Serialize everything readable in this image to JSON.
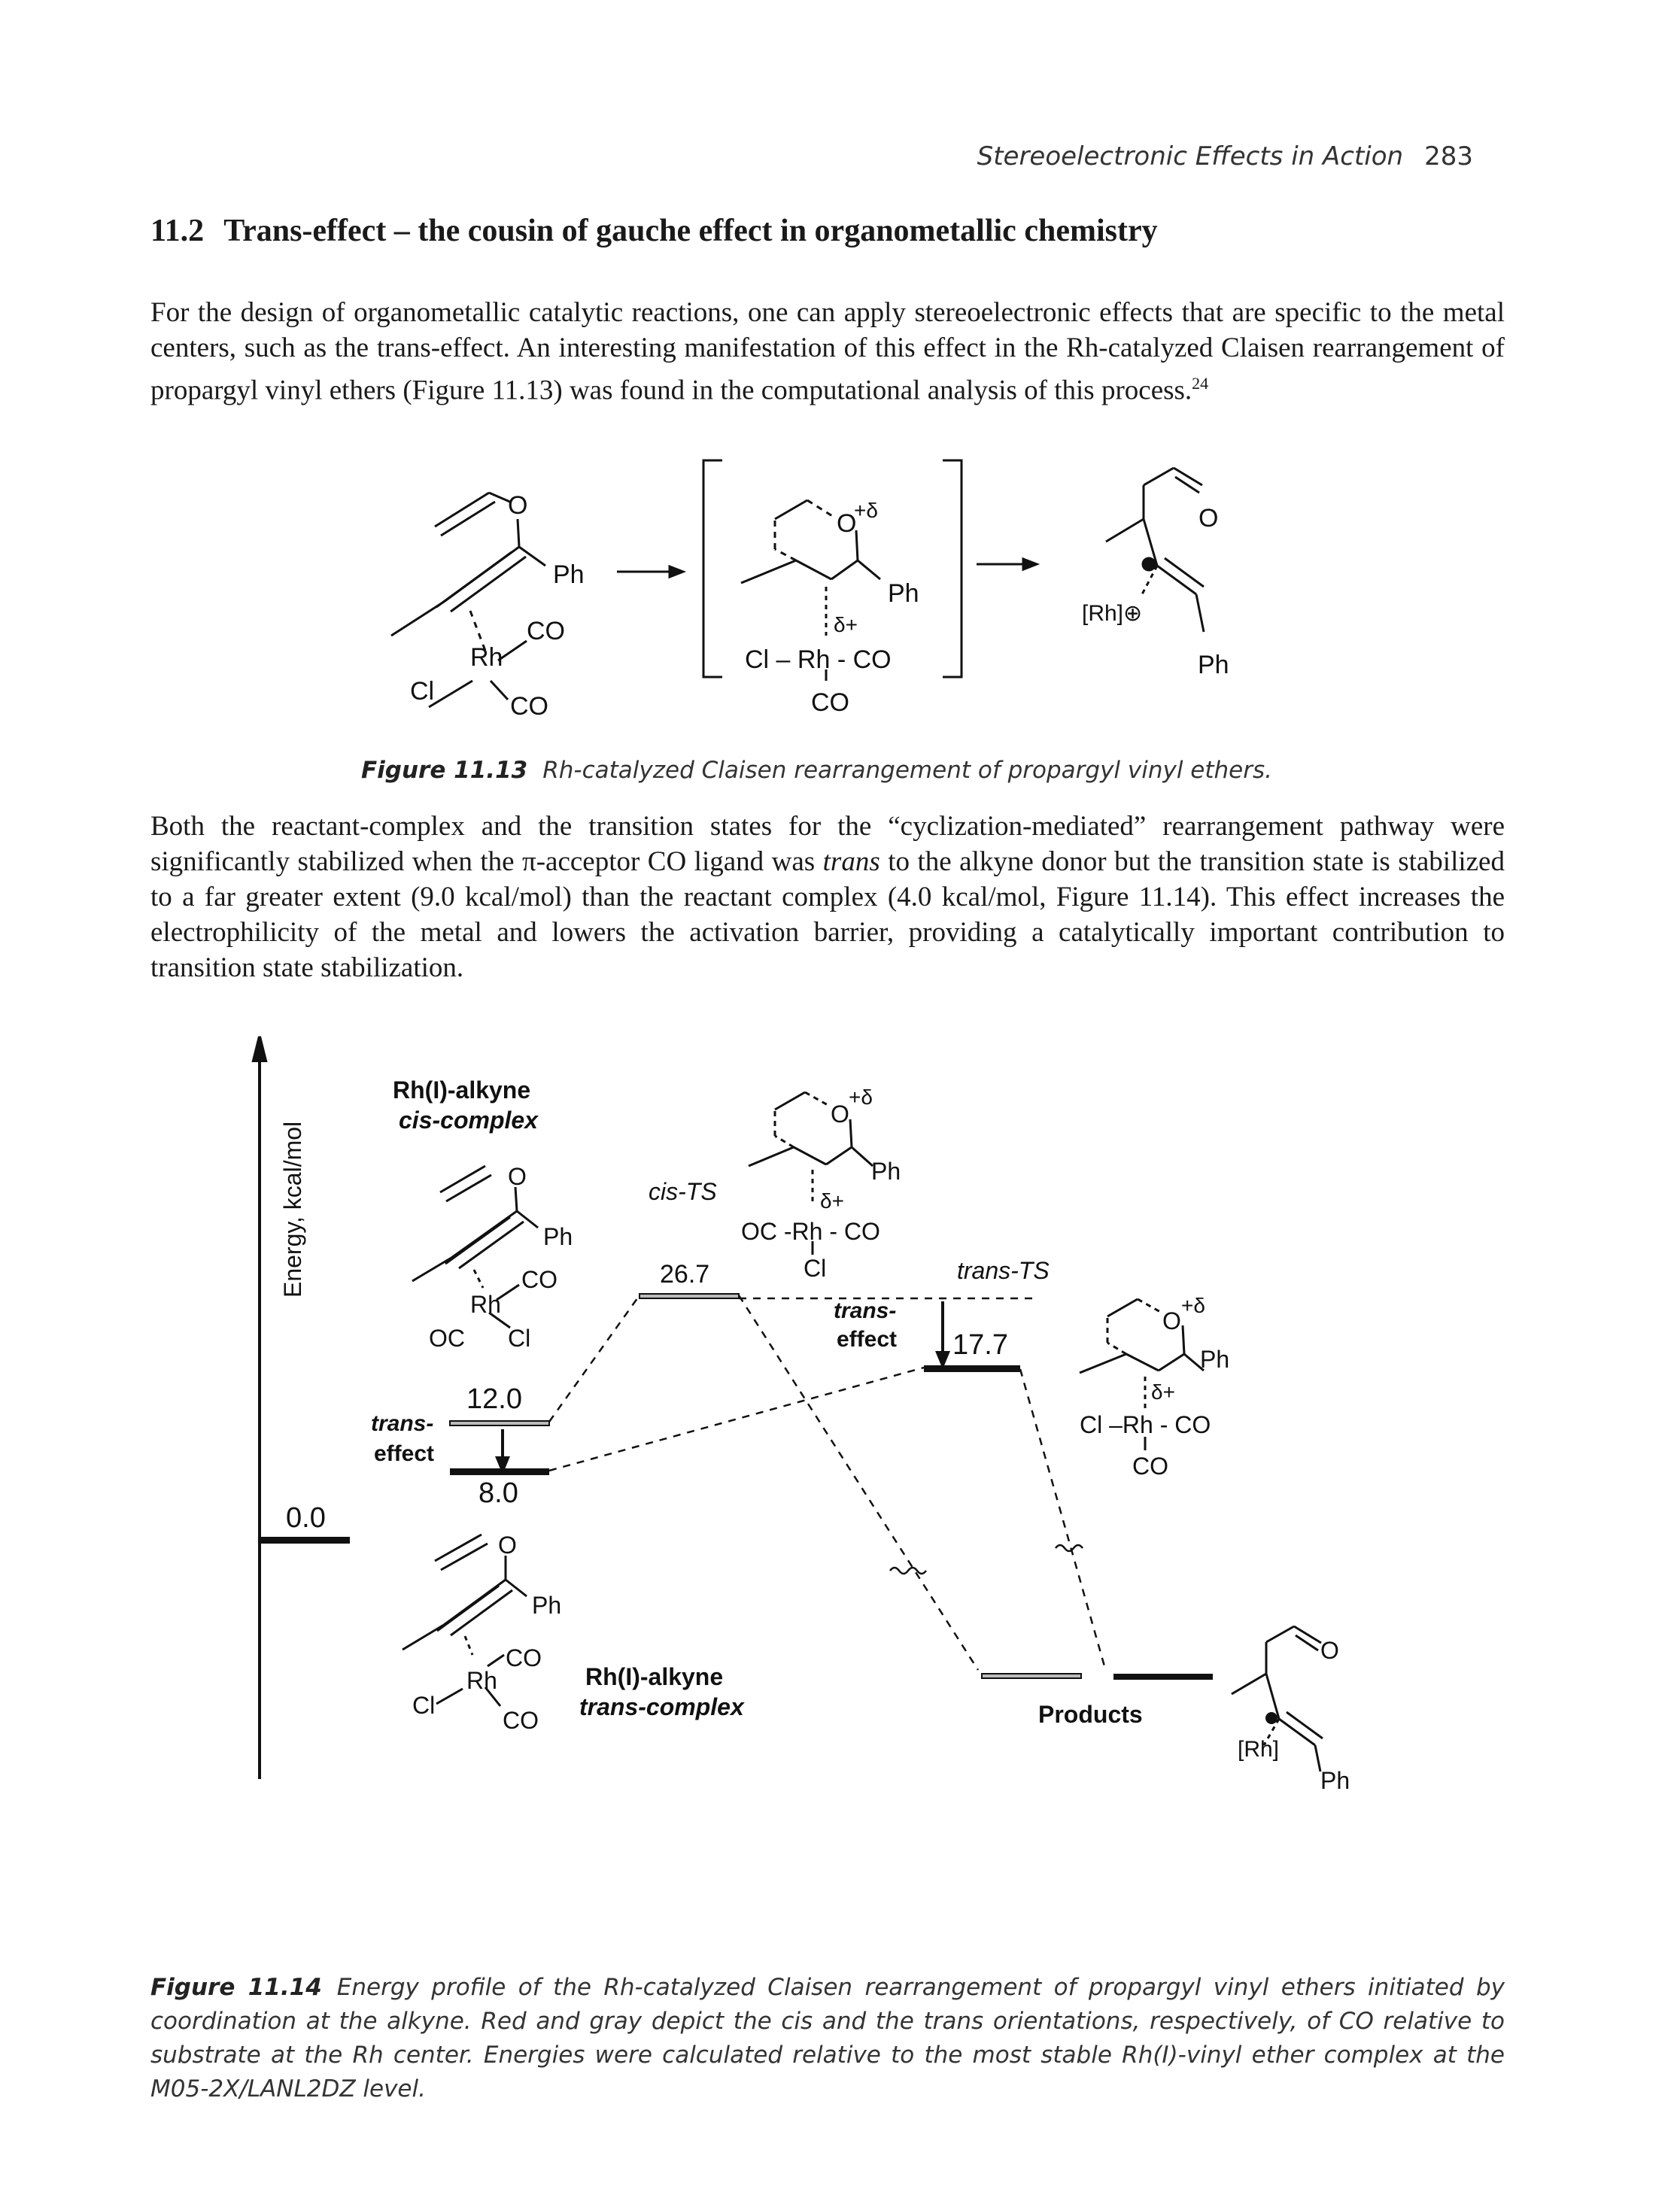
{
  "header": {
    "running_title": "Stereoelectronic Effects in Action",
    "page_number": "283"
  },
  "section": {
    "number": "11.2",
    "title": "Trans-effect – the cousin of gauche effect in organometallic chemistry"
  },
  "para1": {
    "text": "For the design of organometallic catalytic reactions, one can apply stereoelectronic effects that are specific to the metal centers, such as the trans-effect. An interesting manifestation of this effect in the Rh-catalyzed Claisen rearrangement of propargyl vinyl ethers (Figure 11.13) was found in the computational analysis of this process.",
    "ref": "24"
  },
  "figure13": {
    "label": "Figure 11.13",
    "caption": "Rh-catalyzed Claisen rearrangement of propargyl vinyl ethers.",
    "reactant": {
      "o": "O",
      "ph": "Ph",
      "rh": "Rh",
      "co1": "CO",
      "co2": "CO",
      "cl": "Cl"
    },
    "ts": {
      "o": "O",
      "charge_o": "+δ",
      "ph": "Ph",
      "charge_rh": "δ+",
      "rh_line": "Cl – Rh - CO",
      "co": "CO"
    },
    "product": {
      "o": "O",
      "rh": "[Rh]⊕",
      "ph": "Ph"
    }
  },
  "para2": {
    "text_a": "Both the reactant-complex and the transition states for the “cyclization-mediated” rearrangement pathway were significantly stabilized when the π-acceptor CO ligand was ",
    "text_em": "trans",
    "text_b": " to the alkyne donor but the transition state is stabilized to a far greater extent (9.0 kcal/mol) than the reactant complex (4.0 kcal/mol, Figure 11.14). This effect increases the electrophilicity of the metal and lowers the activation barrier, providing a catalytically important contribution to transition state stabilization."
  },
  "figure14": {
    "label": "Figure 11.14",
    "caption": "Energy profile of the Rh-catalyzed Claisen rearrangement of propargyl vinyl ethers initiated by coordination at the alkyne. Red and gray depict the cis and the trans orientations, respectively, of CO relative to substrate at the Rh center. Energies were calculated relative to the most stable Rh(I)-vinyl ether complex at the M05-2X/LANL2DZ level.",
    "y_axis_label": "Energy, kcal/mol",
    "cis_complex_title_1": "Rh(I)-alkyne",
    "cis_complex_title_2": "cis-complex",
    "trans_complex_title_1": "Rh(I)-alkyne",
    "trans_complex_title_2": "trans-complex",
    "cis_ts_label": "cis-TS",
    "trans_ts_label": "trans-TS",
    "trans_effect_1": "trans-",
    "trans_effect_2": "effect",
    "products_label": "Products",
    "levels": {
      "ref": "0.0",
      "cis_complex": "12.0",
      "trans_complex": "8.0",
      "cis_ts": "26.7",
      "trans_ts": "17.7"
    },
    "chem": {
      "o": "O",
      "ph": "Ph",
      "rh": "Rh",
      "co": "CO",
      "cl": "Cl",
      "oc": "OC",
      "plus_delta": "+δ",
      "delta_plus": "δ+",
      "cis_ts_rh_line": "OC -Rh - CO",
      "trans_ts_rh_line": "Cl –Rh - CO",
      "rh_bracket": "[Rh]"
    }
  }
}
